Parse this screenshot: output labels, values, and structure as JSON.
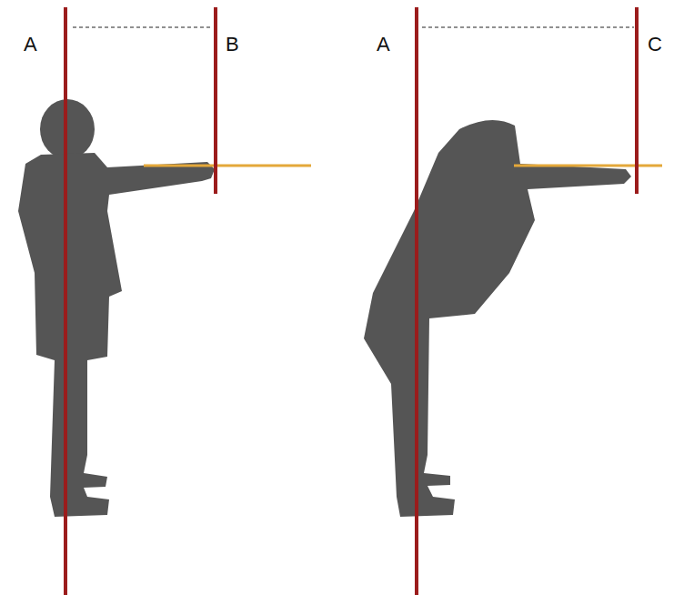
{
  "diagram": {
    "labels": [
      "A",
      "B",
      "A",
      "C"
    ]
  }
}
